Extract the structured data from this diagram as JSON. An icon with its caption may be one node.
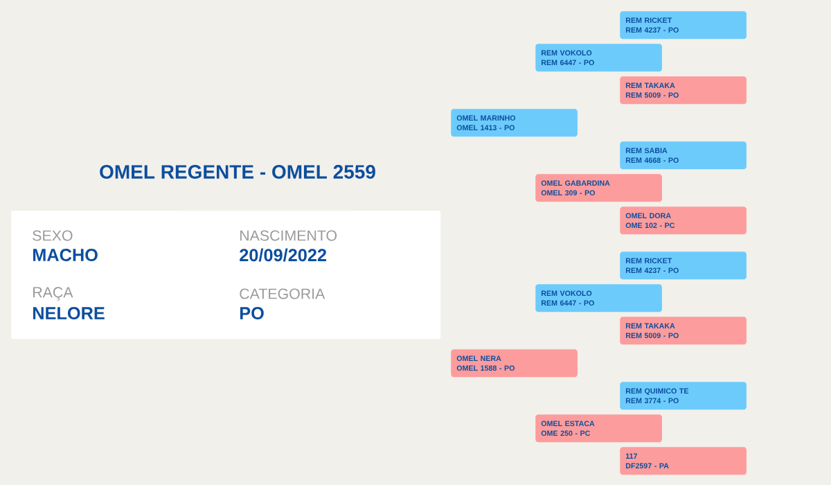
{
  "diagram": {
    "title": "OMEL REGENTE - OMEL  2559",
    "nodes": [
      {
        "text": [
          "SEXO",
          "MACHO",
          "NASCIMENTO",
          "20/09/2022",
          "RAÇA",
          "NELORE",
          "CATEGORIA",
          "PO"
        ]
      },
      {
        "text": [
          "REM RICKET",
          "REM  4237 - PO"
        ]
      },
      {
        "text": [
          "REM VOKOLO",
          "REM  6447 - PO"
        ]
      },
      {
        "text": [
          "REM TAKAKA",
          "REM  5009 - PO"
        ]
      },
      {
        "text": [
          "OMEL MARINHO",
          "OMEL  1413 - PO"
        ]
      },
      {
        "text": [
          "REM SABIA",
          "REM  4668 - PO"
        ]
      },
      {
        "text": [
          "OMEL GABARDINA",
          "OMEL  309 - PO"
        ]
      },
      {
        "text": [
          "OMEL DORA",
          "OME  102 - PC"
        ]
      },
      {
        "text": [
          "REM RICKET",
          "REM  4237 - PO"
        ]
      },
      {
        "text": [
          "REM VOKOLO",
          "REM  6447 - PO"
        ]
      },
      {
        "text": [
          "REM TAKAKA",
          "REM  5009 - PO"
        ]
      },
      {
        "text": [
          "OMEL NERA",
          "OMEL  1588 - PO"
        ]
      },
      {
        "text": [
          "REM QUIMICO TE",
          "REM  3774 - PO"
        ]
      },
      {
        "text": [
          "OMEL ESTACA",
          "OME  250 - PC"
        ]
      },
      {
        "text": [
          "117",
          "DF2597 - PA"
        ]
      }
    ]
  }
}
